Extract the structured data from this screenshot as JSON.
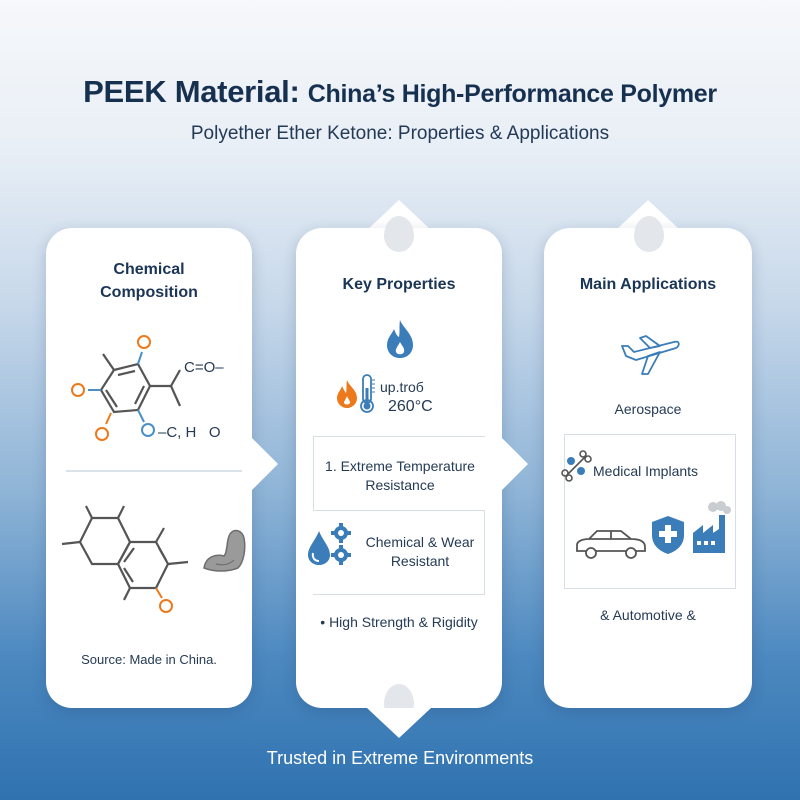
{
  "header": {
    "title_main": "PEEK Material: ",
    "title_rest": "China’s High-Performance Polymer",
    "subtitle": "Polyether Ether Ketone: Properties & Applications"
  },
  "cards": {
    "composition": {
      "heading_line1": "Chemical",
      "heading_line2": "Composition",
      "formula_labels": {
        "carbonyl": "C=O–",
        "ether": "–C, H   O"
      },
      "icons": [
        "molecule-structure-icon",
        "flexed-arm-icon"
      ],
      "source": "Source: Made in China."
    },
    "properties": {
      "heading": "Key Properties",
      "temp_label_line1": "up.troб",
      "temp_label_line2": "260°C",
      "items": [
        "1. Extreme Temperature Resistance",
        "Chemical & Wear Resistant",
        "• High Strength & Rigidity"
      ],
      "item1_line1": "1. Extreme Temperature",
      "item1_line2": "Resistance",
      "item2_line1": "Chemical & Wear",
      "item2_line2": "Resistant",
      "item3": "• High Strength & Rigidity",
      "icons": [
        "flame-icon",
        "thermometer-icon",
        "water-drop-icon",
        "gears-icon"
      ]
    },
    "applications": {
      "heading": "Main Applications",
      "items": [
        "Aerospace",
        "Medical Implants",
        "& Automotive &"
      ],
      "icons": [
        "airplane-icon",
        "bone-icon",
        "car-icon",
        "shield-plus-icon",
        "factory-icon"
      ]
    }
  },
  "footer": {
    "tagline": "Trusted in Extreme Environments"
  },
  "colors": {
    "title": "#16304f",
    "accent_blue": "#3b7fba",
    "accent_orange": "#ec7a1c",
    "bg_bottom": "#2f72b0"
  }
}
